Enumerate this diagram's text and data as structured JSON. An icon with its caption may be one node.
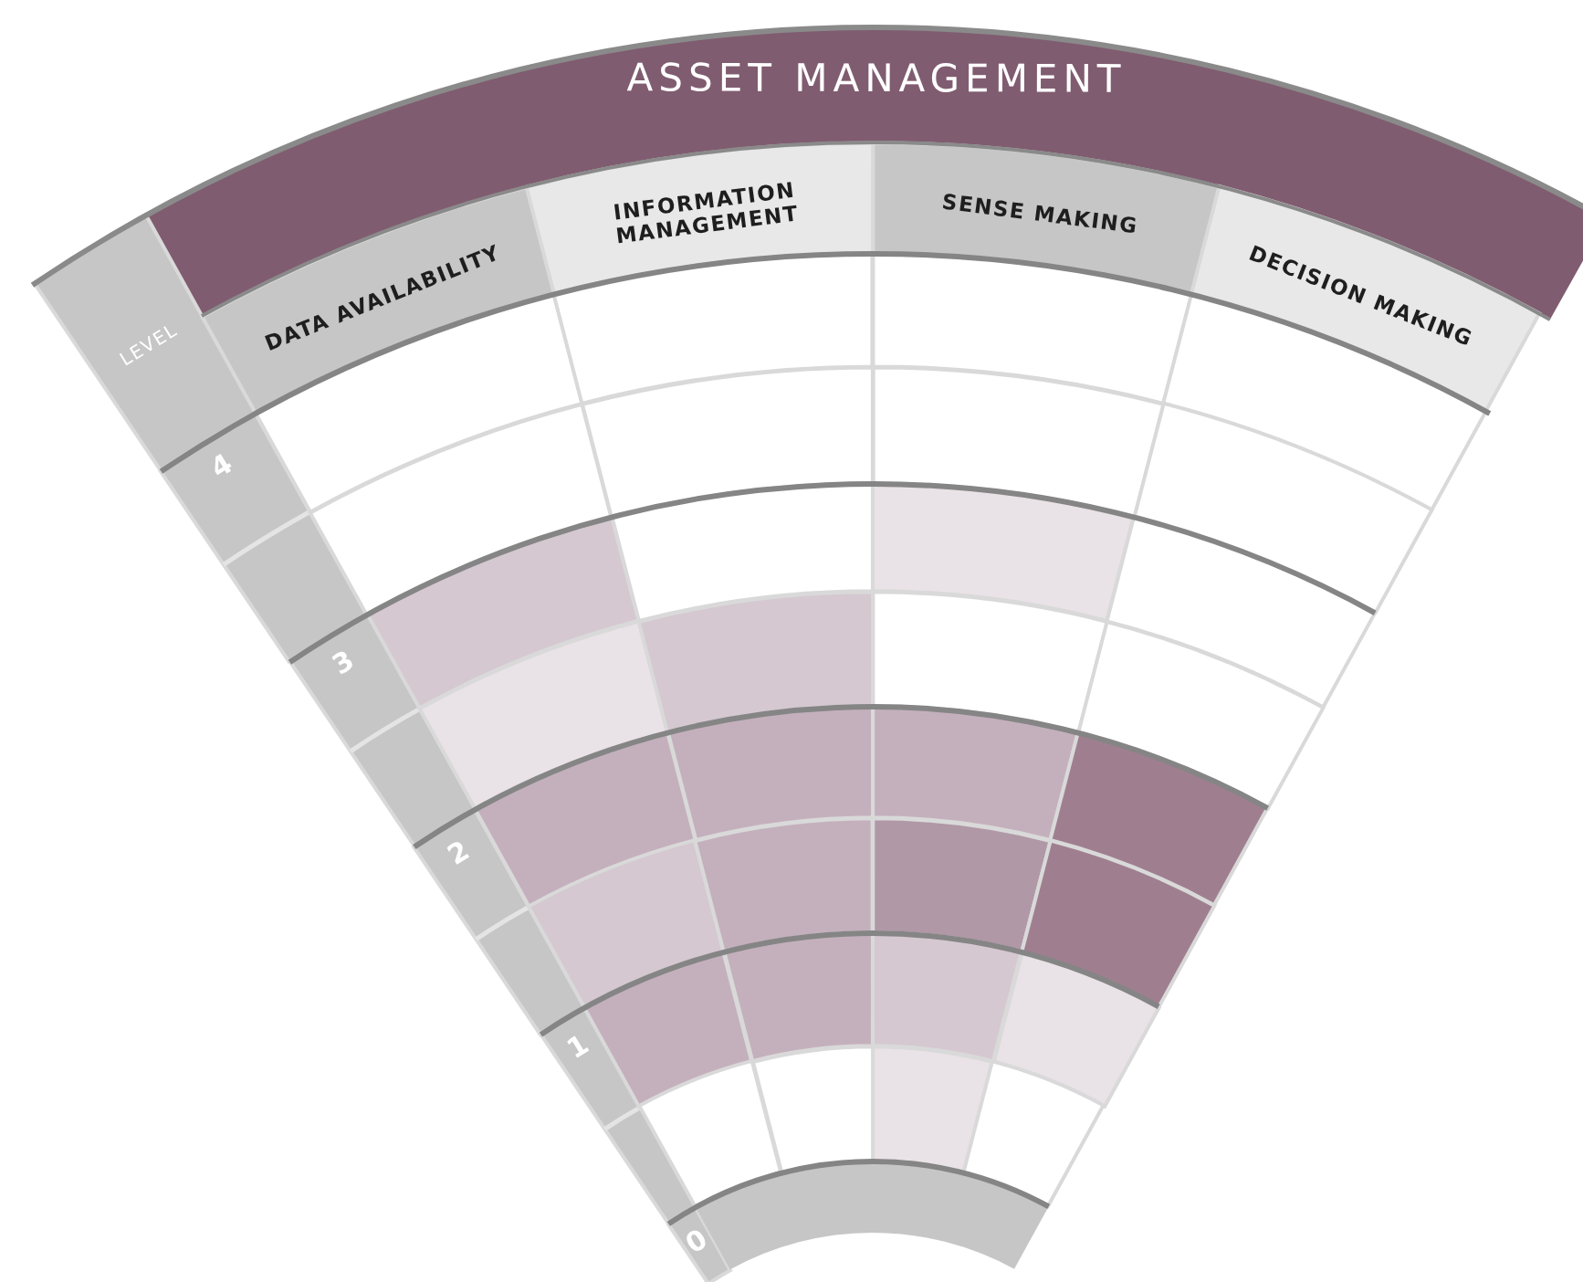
{
  "diagram": {
    "nodes": [
      {
        "text": [
          "ASSET MANAGEMENT"
        ]
      },
      {
        "text": [
          "LEVEL"
        ]
      },
      {
        "text": [
          "DATA AVAILABILITY"
        ]
      },
      {
        "text": [
          "INFORMATION MANAGEMENT"
        ]
      },
      {
        "text": [
          "SENSE MAKING"
        ]
      },
      {
        "text": [
          "DECISION MAKING"
        ]
      },
      {
        "text": [
          "4"
        ]
      },
      {
        "text": [],
        "shape": "sector"
      },
      {
        "text": [],
        "shape": "sector"
      },
      {
        "text": [],
        "shape": "sector"
      },
      {
        "text": [],
        "shape": "sector"
      },
      {
        "text": [],
        "shape": "sector"
      },
      {
        "text": [],
        "shape": "sector"
      },
      {
        "text": [],
        "shape": "sector"
      },
      {
        "text": [],
        "shape": "sector"
      },
      {
        "text": [
          "3"
        ]
      },
      {
        "text": [],
        "shape": "sector"
      },
      {
        "text": [],
        "shape": "sector"
      },
      {
        "text": [],
        "shape": "sector"
      },
      {
        "text": [],
        "shape": "sector"
      },
      {
        "text": [],
        "shape": "sector"
      },
      {
        "text": [],
        "shape": "sector"
      },
      {
        "text": [],
        "shape": "sector"
      },
      {
        "text": [],
        "shape": "sector"
      },
      {
        "text": [
          "2"
        ]
      },
      {
        "text": [],
        "shape": "sector"
      },
      {
        "text": [],
        "shape": "sector"
      },
      {
        "text": [],
        "shape": "sector"
      },
      {
        "text": [],
        "shape": "sector"
      },
      {
        "text": [],
        "shape": "sector"
      },
      {
        "text": [],
        "shape": "sector"
      },
      {
        "text": [],
        "shape": "sector"
      },
      {
        "text": [],
        "shape": "sector"
      },
      {
        "text": [
          "1"
        ]
      },
      {
        "text": [],
        "shape": "sector"
      },
      {
        "text": [],
        "shape": "sector"
      },
      {
        "text": [],
        "shape": "sector"
      },
      {
        "text": [],
        "shape": "sector"
      },
      {
        "text": [],
        "shape": "sector"
      },
      {
        "text": [],
        "shape": "sector"
      },
      {
        "text": [],
        "shape": "sector"
      },
      {
        "text": [],
        "shape": "sector"
      },
      {
        "text": [
          "0"
        ]
      },
      {
        "text": [],
        "shape": "bar"
      }
    ]
  }
}
